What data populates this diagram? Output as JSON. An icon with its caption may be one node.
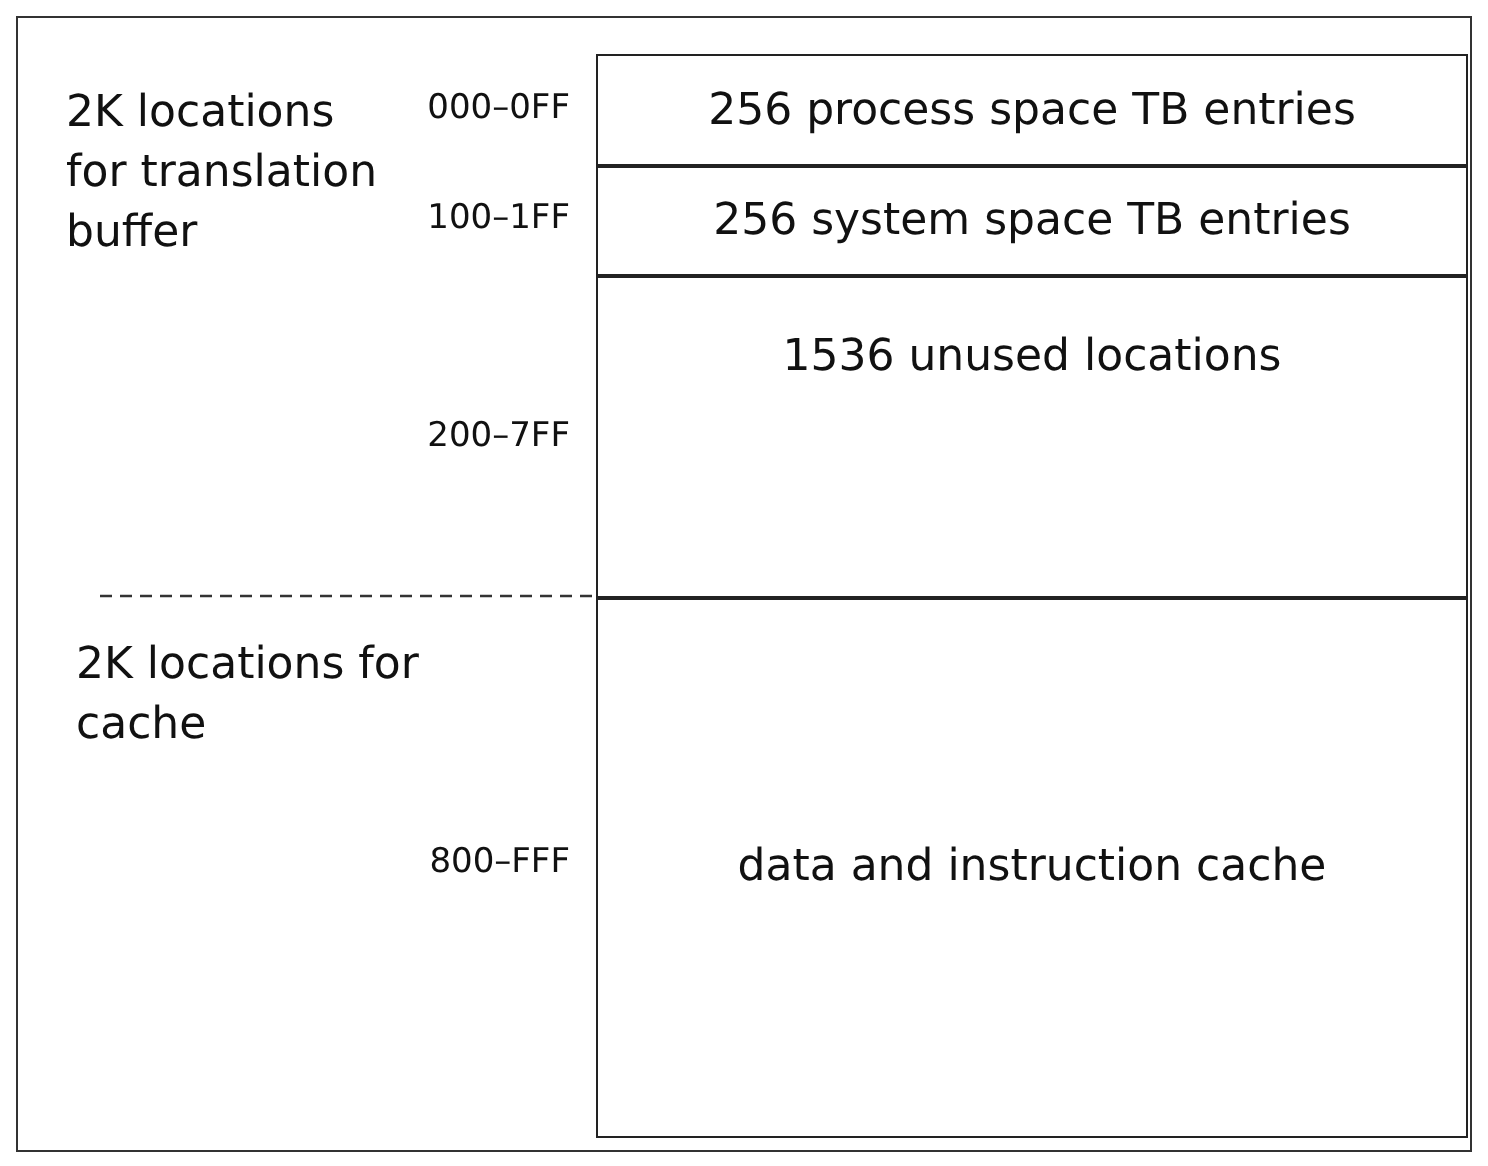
{
  "diagram": {
    "nodes": [
      {
        "text": [
          "256 process space TB entries"
        ]
      },
      {
        "text": [
          "256 system space TB entries"
        ]
      },
      {
        "text": [
          "1536 unused locations"
        ]
      },
      {
        "text": [
          "data and instruction cache"
        ]
      }
    ],
    "labels": [
      "2K locations for translation buffer",
      "000–0FF",
      "100–1FF",
      "200–7FF",
      "2K locations for cache",
      "800–FFF"
    ]
  }
}
